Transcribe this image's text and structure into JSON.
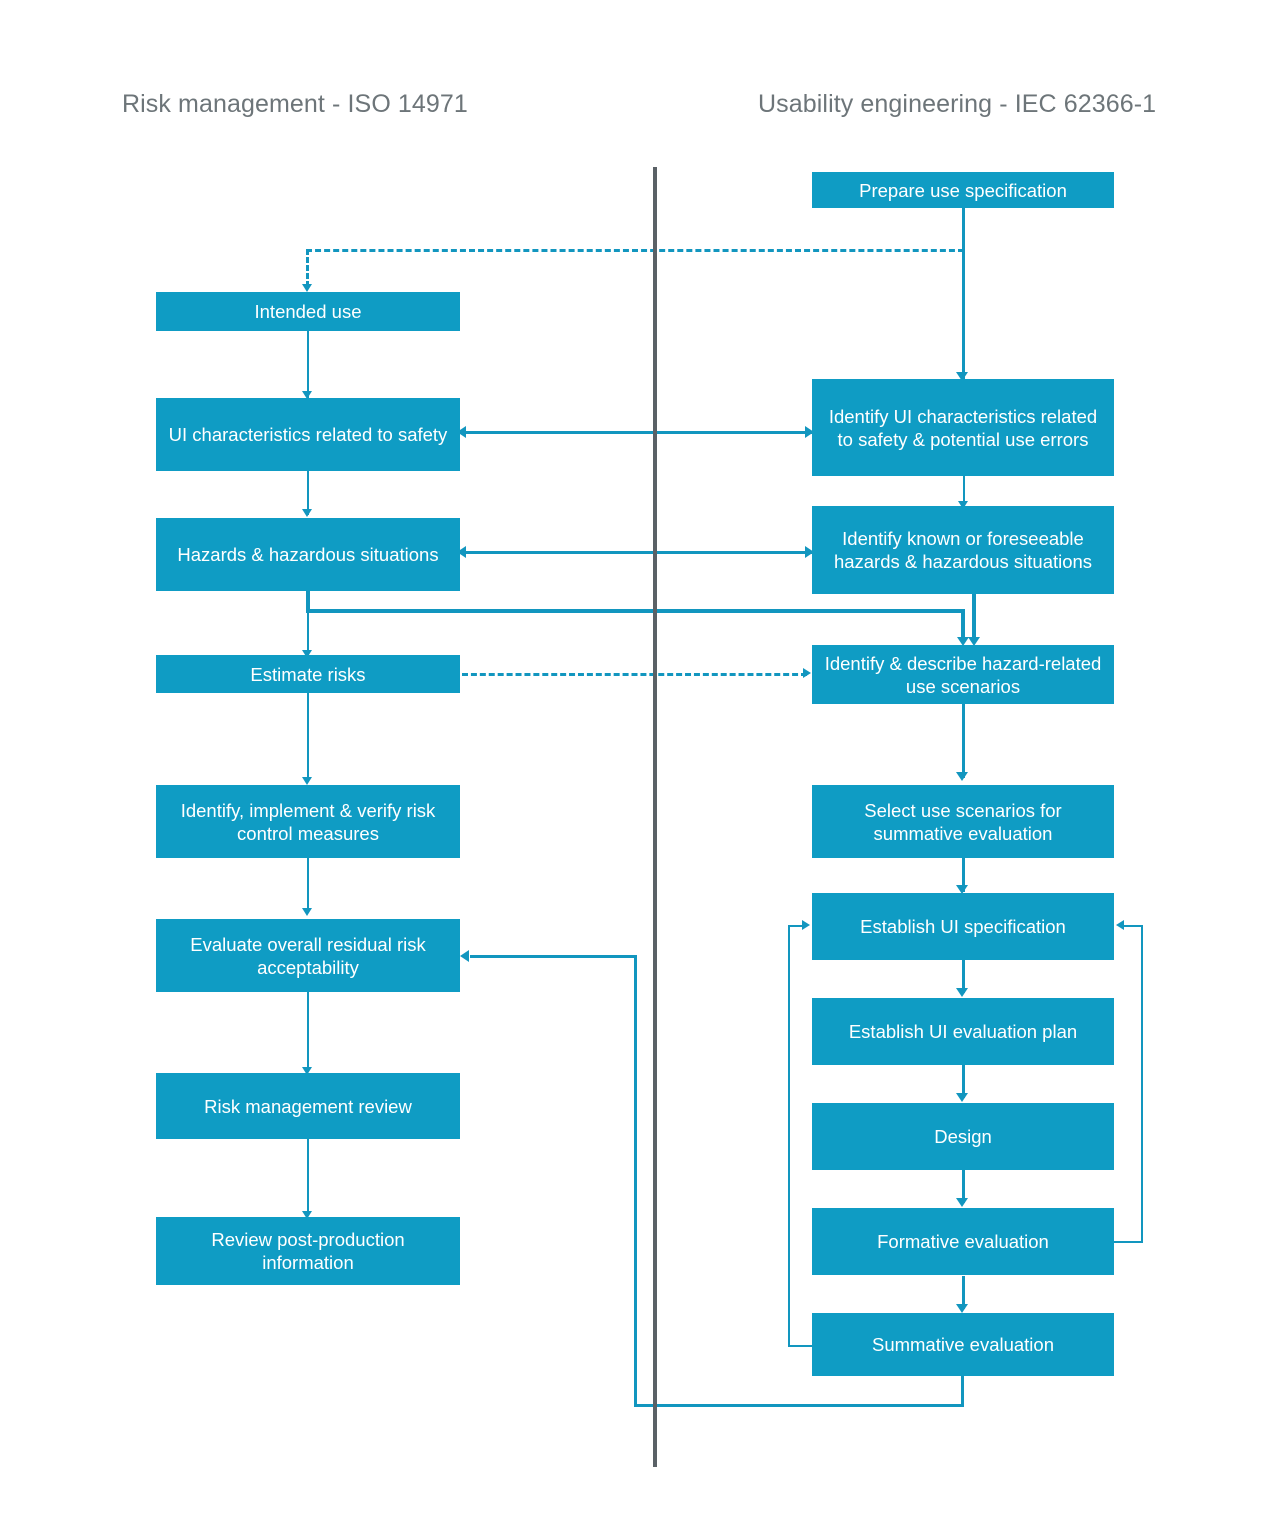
{
  "diagram": {
    "columns": {
      "left_title": "Risk management - ISO 14971",
      "right_title": "Usability engineering - IEC 62366-1"
    },
    "colors": {
      "node_fill": "#0f9cc4",
      "node_text": "#ffffff",
      "connector": "#1296bf",
      "divider": "#5a6166",
      "title_text": "#6d7579",
      "background": "#ffffff"
    },
    "left_nodes": [
      {
        "id": "intended-use",
        "label": "Intended use"
      },
      {
        "id": "ui-characteristics-safety",
        "label": "UI characteristics related to safety"
      },
      {
        "id": "hazards-hazardous-situations",
        "label": "Hazards & hazardous situations"
      },
      {
        "id": "estimate-risks",
        "label": "Estimate risks"
      },
      {
        "id": "risk-control-measures",
        "label": "Identify, implement & verify risk control measures"
      },
      {
        "id": "evaluate-residual-risk",
        "label": "Evaluate overall residual risk acceptability"
      },
      {
        "id": "risk-management-review",
        "label": "Risk management review"
      },
      {
        "id": "review-post-production",
        "label": "Review post-production information"
      }
    ],
    "right_nodes": [
      {
        "id": "prepare-use-specification",
        "label": "Prepare use specification"
      },
      {
        "id": "identify-ui-characteristics",
        "label": "Identify UI characteristics related to safety & potential use errors"
      },
      {
        "id": "identify-known-hazards",
        "label": "Identify known or foreseeable hazards & hazardous situations"
      },
      {
        "id": "identify-use-scenarios",
        "label": "Identify & describe hazard-related use scenarios"
      },
      {
        "id": "select-use-scenarios",
        "label": "Select use scenarios for summative evaluation"
      },
      {
        "id": "establish-ui-specification",
        "label": "Establish UI specification"
      },
      {
        "id": "establish-ui-evaluation-plan",
        "label": "Establish UI evaluation plan"
      },
      {
        "id": "design",
        "label": "Design"
      },
      {
        "id": "formative-evaluation",
        "label": "Formative evaluation"
      },
      {
        "id": "summative-evaluation",
        "label": "Summative evaluation"
      }
    ],
    "edges": [
      {
        "from": "prepare-use-specification",
        "to": "intended-use",
        "style": "dashed"
      },
      {
        "from": "prepare-use-specification",
        "to": "identify-ui-characteristics",
        "style": "solid"
      },
      {
        "from": "intended-use",
        "to": "ui-characteristics-safety",
        "style": "solid"
      },
      {
        "from": "ui-characteristics-safety",
        "to": "identify-ui-characteristics",
        "style": "bidirectional"
      },
      {
        "from": "ui-characteristics-safety",
        "to": "hazards-hazardous-situations",
        "style": "solid"
      },
      {
        "from": "hazards-hazardous-situations",
        "to": "identify-known-hazards",
        "style": "bidirectional"
      },
      {
        "from": "identify-ui-characteristics",
        "to": "identify-known-hazards",
        "style": "solid"
      },
      {
        "from": "hazards-hazardous-situations",
        "to": "estimate-risks",
        "style": "solid"
      },
      {
        "from": "hazards-hazardous-situations",
        "to": "identify-use-scenarios",
        "style": "solid"
      },
      {
        "from": "identify-known-hazards",
        "to": "identify-use-scenarios",
        "style": "solid"
      },
      {
        "from": "estimate-risks",
        "to": "identify-use-scenarios",
        "style": "dashed"
      },
      {
        "from": "estimate-risks",
        "to": "risk-control-measures",
        "style": "solid"
      },
      {
        "from": "identify-use-scenarios",
        "to": "select-use-scenarios",
        "style": "solid"
      },
      {
        "from": "select-use-scenarios",
        "to": "establish-ui-specification",
        "style": "solid"
      },
      {
        "from": "risk-control-measures",
        "to": "evaluate-residual-risk",
        "style": "solid"
      },
      {
        "from": "evaluate-residual-risk",
        "to": "risk-management-review",
        "style": "solid"
      },
      {
        "from": "risk-management-review",
        "to": "review-post-production",
        "style": "solid"
      },
      {
        "from": "establish-ui-specification",
        "to": "establish-ui-evaluation-plan",
        "style": "solid"
      },
      {
        "from": "establish-ui-evaluation-plan",
        "to": "design",
        "style": "solid"
      },
      {
        "from": "design",
        "to": "formative-evaluation",
        "style": "solid"
      },
      {
        "from": "formative-evaluation",
        "to": "summative-evaluation",
        "style": "solid"
      },
      {
        "from": "formative-evaluation",
        "to": "establish-ui-specification",
        "style": "loop-right"
      },
      {
        "from": "summative-evaluation",
        "to": "establish-ui-specification",
        "style": "loop-left"
      },
      {
        "from": "summative-evaluation",
        "to": "evaluate-residual-risk",
        "style": "loop-bottom"
      }
    ]
  }
}
